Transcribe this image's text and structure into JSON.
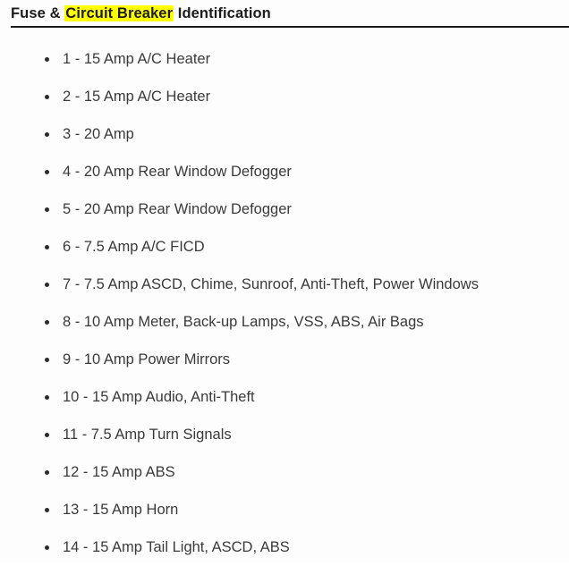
{
  "document": {
    "heading": {
      "prefix": "Fuse & ",
      "highlighted": "Circuit Breaker",
      "suffix": " Identification",
      "highlight_color": "#ffff00"
    },
    "fuse_list": [
      {
        "label": "1 - 15 Amp A/C Heater"
      },
      {
        "label": "2 - 15 Amp A/C Heater"
      },
      {
        "label": "3 - 20 Amp"
      },
      {
        "label": "4 - 20 Amp Rear Window Defogger"
      },
      {
        "label": "5 - 20 Amp Rear Window Defogger"
      },
      {
        "label": "6 - 7.5 Amp A/C FICD"
      },
      {
        "label": "7 - 7.5 Amp ASCD, Chime, Sunroof, Anti-Theft, Power Windows"
      },
      {
        "label": "8 - 10 Amp Meter, Back-up Lamps, VSS, ABS, Air Bags"
      },
      {
        "label": "9 - 10 Amp Power Mirrors"
      },
      {
        "label": "10 - 15 Amp Audio, Anti-Theft"
      },
      {
        "label": "11 - 7.5 Amp Turn Signals"
      },
      {
        "label": "12 - 15 Amp ABS"
      },
      {
        "label": "13 - 15 Amp Horn"
      },
      {
        "label": "14 - 15 Amp Tail Light, ASCD, ABS"
      }
    ]
  }
}
